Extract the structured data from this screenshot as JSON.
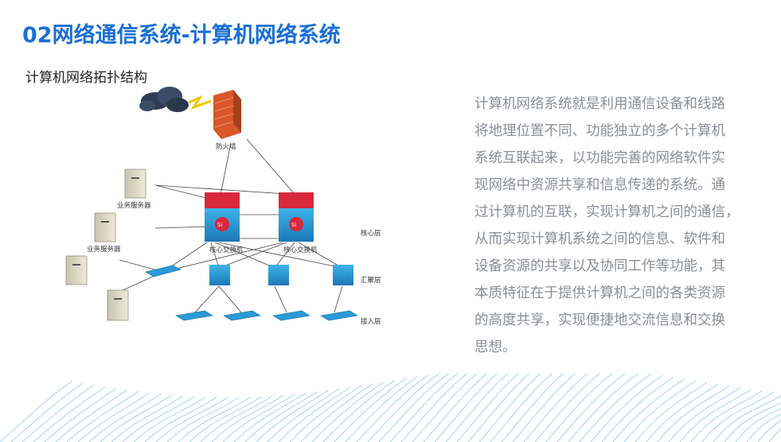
{
  "header": {
    "title": "02网络通信系统-计算机网络系统"
  },
  "section": {
    "subtitle": "计算机网络拓扑结构"
  },
  "description": {
    "lines": [
      "计算机网络系统就是利用通信设备和线路",
      "将地理位置不同、功能独立的多个计算机",
      "系统互联起来，以功能完善的网络软件实",
      "现网络中资源共享和信息传递的系统。通",
      "过计算机的互联，实现计算机之间的通信，",
      "从而实现计算机系统之间的信息、软件和",
      "设备资源的共享以及协同工作等功能，其",
      "本质特征在于提供计算机之间的各类资源",
      "的高度共享，实现便捷地交流信息和交换",
      "思想。"
    ]
  },
  "diagram": {
    "firewall_label": "防火墙",
    "core_switch_label_1": "核心交换机",
    "core_switch_label_2": "核心交换机",
    "server_label_1": "业务服务器",
    "server_label_2": "业务服务器",
    "layer_core": "核心层",
    "layer_aggregation": "汇聚层",
    "layer_access": "接入层",
    "si_badge": "Si"
  },
  "colors": {
    "title": "#1a6fd6",
    "paragraph": "#8a8f96",
    "wave": "#3aa0e6"
  }
}
